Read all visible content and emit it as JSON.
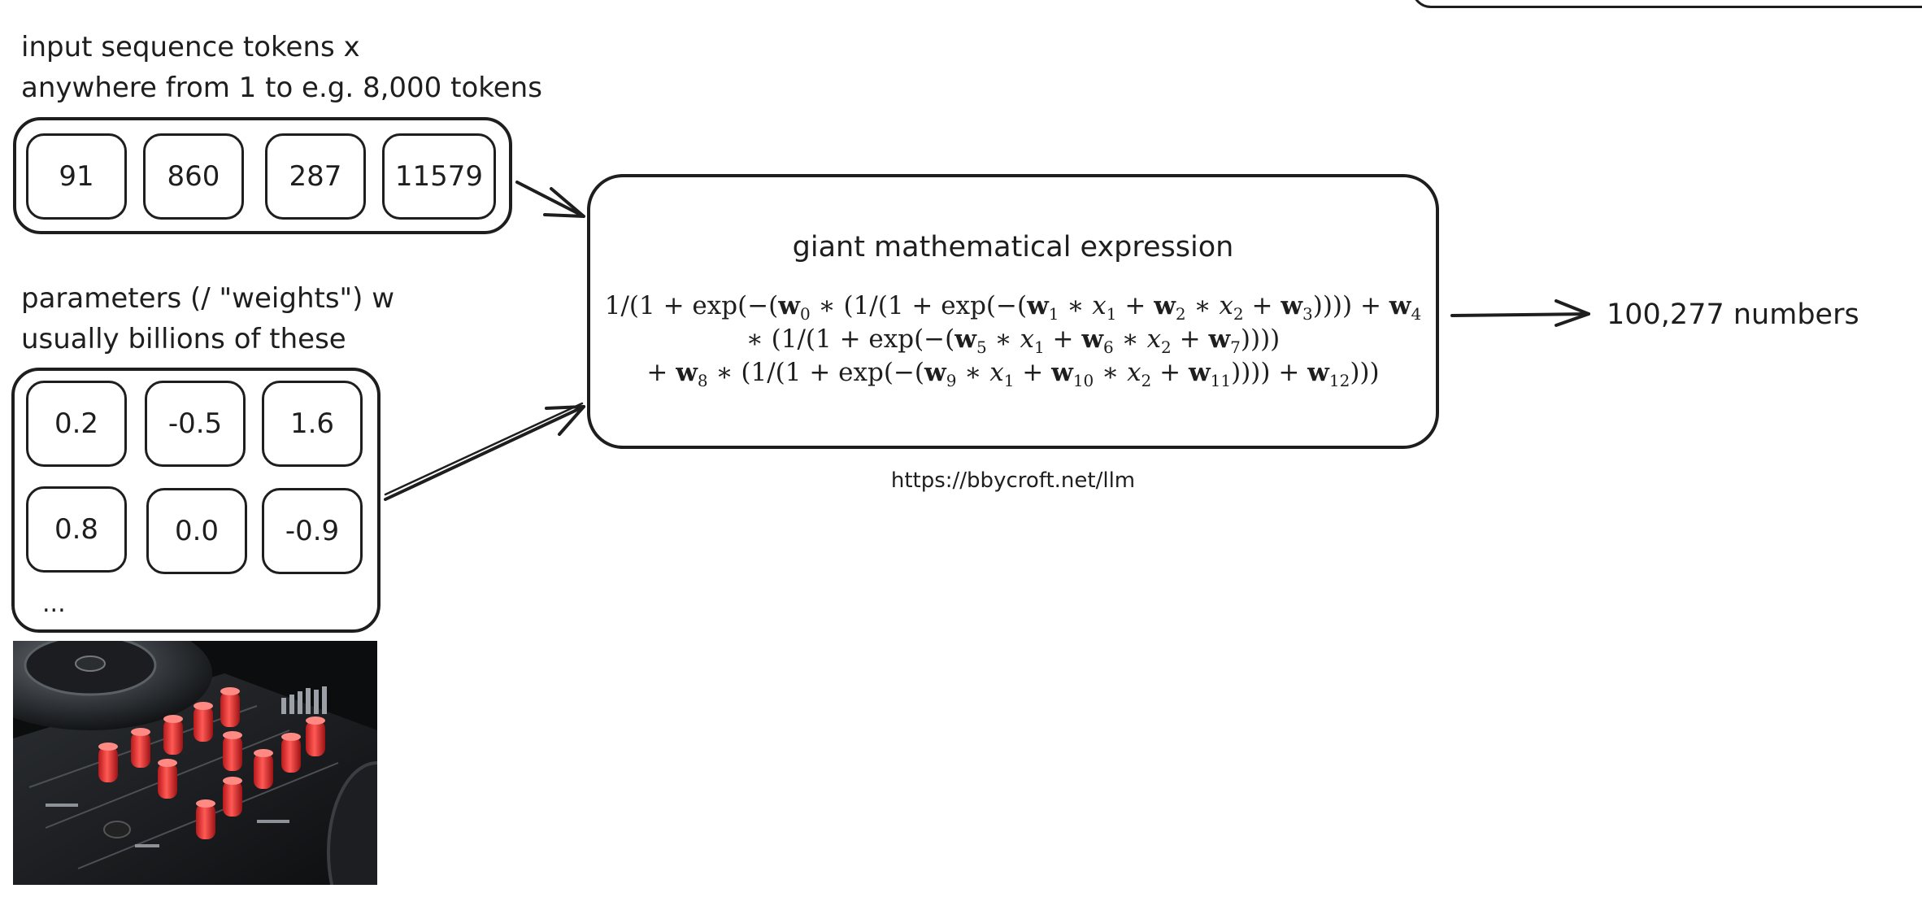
{
  "input": {
    "label_line1": "input sequence tokens x",
    "label_line2": "anywhere from 1 to e.g. 8,000 tokens",
    "tokens": [
      "91",
      "860",
      "287",
      "11579"
    ]
  },
  "params": {
    "label_line1": "parameters (/ \"weights\") w",
    "label_line2": "usually billions of these",
    "weights": [
      "0.2",
      "-0.5",
      "1.6",
      "0.8",
      "0.0",
      "-0.9"
    ],
    "ellipsis": "..."
  },
  "expression": {
    "title": "giant mathematical expression",
    "url": "https://bbycroft.net/llm"
  },
  "output": {
    "label": "100,277 numbers"
  },
  "image": {
    "subject": "dj-mixer-knobs-photo"
  }
}
